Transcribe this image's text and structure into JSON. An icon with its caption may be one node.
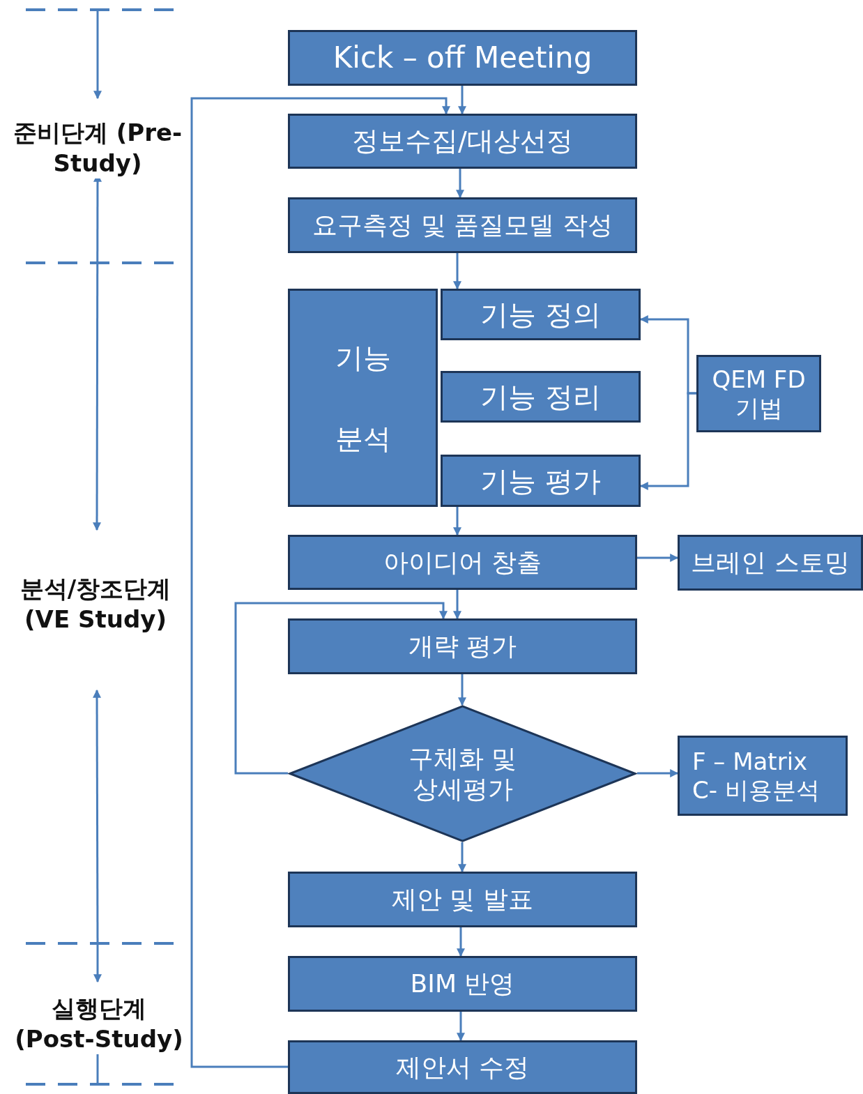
{
  "diagram": {
    "nodes": [
      {
        "text": [
          "Kick – off Meeting"
        ]
      },
      {
        "text": [
          "정보수집/대상선정"
        ]
      },
      {
        "text": [
          "요구측정 및 품질모델 작성"
        ]
      },
      {
        "text": [
          "기능 분석"
        ]
      },
      {
        "text": [
          "기능 정의"
        ]
      },
      {
        "text": [
          "기능 정리"
        ]
      },
      {
        "text": [
          "기능 평가"
        ]
      },
      {
        "text": [
          "QEM FD 기법"
        ]
      },
      {
        "text": [
          "아이디어 창출"
        ]
      },
      {
        "text": [
          "브레인 스토밍"
        ]
      },
      {
        "text": [
          "개략 평가"
        ]
      },
      {
        "text": [
          "구체화 및 상세평가"
        ]
      },
      {
        "text": [
          "F – Matrix",
          "C- 비용분석"
        ]
      },
      {
        "text": [
          "제안 및 발표"
        ]
      },
      {
        "text": [
          "BIM 반영"
        ]
      },
      {
        "text": [
          "제안서 수정"
        ]
      }
    ],
    "edges": [
      {
        "from": 0,
        "to": 1,
        "arrow": "to"
      },
      {
        "from": 1,
        "to": 2,
        "arrow": "to"
      },
      {
        "from": 2,
        "to": 4,
        "arrow": "to"
      },
      {
        "from": 7,
        "to": 4,
        "arrow": "to"
      },
      {
        "from": 7,
        "to": 6,
        "arrow": "to"
      },
      {
        "from": 6,
        "to": 8,
        "arrow": "to"
      },
      {
        "from": 8,
        "to": 9,
        "arrow": "to"
      },
      {
        "from": 8,
        "to": 10,
        "arrow": "to"
      },
      {
        "from": 10,
        "to": 11,
        "arrow": "to"
      },
      {
        "from": 11,
        "to": 12,
        "arrow": "to"
      },
      {
        "from": 11,
        "to": 10,
        "arrow": "to"
      },
      {
        "from": 11,
        "to": 13,
        "arrow": "to"
      },
      {
        "from": 13,
        "to": 14,
        "arrow": "to"
      },
      {
        "from": 14,
        "to": 15,
        "arrow": "to"
      },
      {
        "from": 15,
        "to": 1,
        "arrow": "to"
      }
    ],
    "labels": [
      "준비단계 (Pre-Study)",
      "분석/창조단계 (VE Study)",
      "실행단계 (Post-Study)"
    ]
  }
}
